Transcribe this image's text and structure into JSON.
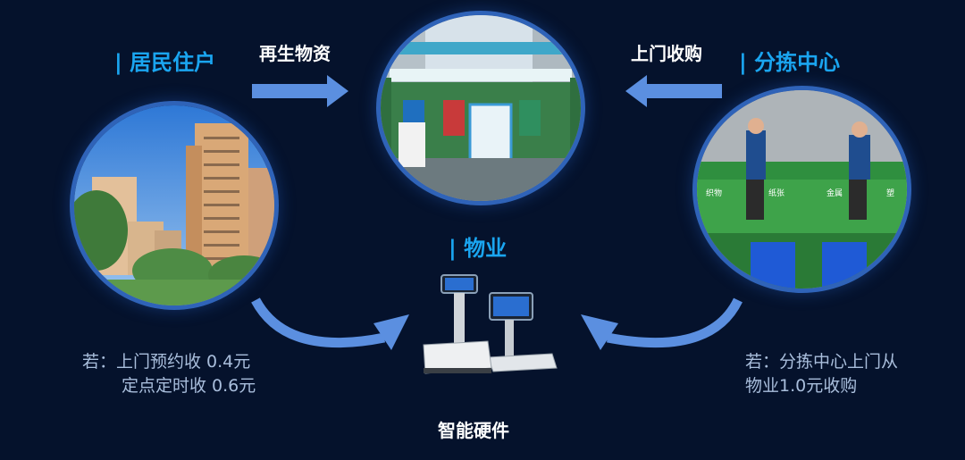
{
  "headings": {
    "residents": "| 居民住户",
    "sorting_center": "| 分拣中心",
    "property": "| 物业"
  },
  "flows": {
    "recyclables": "再生物资",
    "door_purchase": "上门收购"
  },
  "photo_labels": [
    "织物",
    "纸张",
    "金属",
    "塑"
  ],
  "notes": {
    "left_line1": "若：上门预约收 0.4元",
    "left_line2": "定点定时收 0.6元",
    "right_line1": "若：分拣中心上门从",
    "right_line2": "物业1.0元收购"
  },
  "hardware_label": "智能硬件",
  "colors": {
    "background": "#05122c",
    "heading": "#1aa5f0",
    "arrow": "#5b8fe0",
    "note": "#a9bedc",
    "circle_border": "#2f63b8"
  }
}
